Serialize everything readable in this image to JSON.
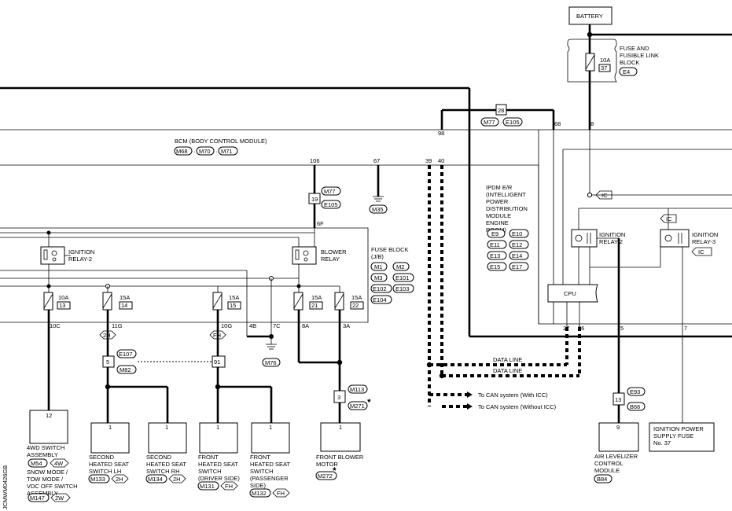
{
  "battery": "BATTERY",
  "fuse_link_block": {
    "title": [
      "FUSE AND",
      "FUSIBLE LINK",
      "BLOCK"
    ],
    "fuse": "10A",
    "num": "37",
    "conn": "E4"
  },
  "bcm": {
    "title": "BCM (BODY CONTROL MODULE)",
    "conns": [
      "M68",
      "M70",
      "M71"
    ],
    "pins": {
      "p98": "98",
      "p106": "106",
      "p67": "67",
      "p39": "39",
      "p40": "40",
      "p68": "68",
      "p8": "8"
    }
  },
  "joint_28": {
    "num": "28",
    "c1": "M77",
    "c2": "E105"
  },
  "joint_19": {
    "num": "19",
    "c1": "M77",
    "c2": "E105",
    "pin": "6F"
  },
  "ground_m35": "M35",
  "ipdm": {
    "title": [
      "IPDM E/R",
      "(INTELLIGENT",
      "POWER",
      "DISTRIBUTION",
      "MODULE",
      "ENGINE",
      "ROOM)"
    ],
    "conns": [
      "E9",
      "E10",
      "E11",
      "E12",
      "E13",
      "E14",
      "E15",
      "E17"
    ],
    "relay2": [
      "IGNITION",
      "RELAY-2"
    ],
    "relay3": [
      "IGNITION",
      "RELAY-3"
    ],
    "ic": "IC",
    "cpu": "CPU",
    "pins": {
      "p27": "27",
      "p26": "26",
      "p5": "5",
      "p7": "7"
    }
  },
  "fuse_block": {
    "title": [
      "FUSE BLOCK",
      "(J/B)"
    ],
    "conns": [
      "M1",
      "M2",
      "M3",
      "E101",
      "E102",
      "E103",
      "E104"
    ],
    "relay_ign2": [
      "IGNITION",
      "RELAY-2"
    ],
    "relay_blower": [
      "BLOWER",
      "RELAY"
    ],
    "fuses": [
      {
        "amp": "10A",
        "num": "13",
        "pin": "10C"
      },
      {
        "amp": "15A",
        "num": "14",
        "pin": "11G"
      },
      {
        "amp": "15A",
        "num": "15",
        "pin": "10G"
      },
      {
        "amp": "15A",
        "num": "21",
        "pin": "8A"
      },
      {
        "amp": "15A",
        "num": "22",
        "pin": "3A"
      }
    ],
    "pin_4b": "4B",
    "pin_7c": "7C"
  },
  "ground_m76": "M76",
  "option_2h": "2H",
  "option_fh": "FH",
  "option_4w": "4W",
  "option_2w": "2W",
  "joint_5": {
    "num": "5",
    "c1": "E107",
    "c2": "M82"
  },
  "joint_91": "91",
  "joint_3": {
    "num": "3",
    "c1": "M113",
    "c2": "M271",
    "star": "★"
  },
  "joint_13": {
    "num": "13",
    "c1": "E93",
    "c2": "B66"
  },
  "data_line": "DATA LINE",
  "can_with_icc": "To CAN system (With ICC)",
  "can_without_icc": "To CAN system (Without ICC)",
  "components": {
    "fourwd": {
      "pin": "12",
      "name": [
        "4WD SWITCH",
        "ASSEMBLY"
      ],
      "conn": "M54",
      "name2": [
        "SNOW MODE /",
        "TOW MODE /",
        "VDC OFF SWITCH",
        "ASSEMBLY"
      ],
      "conn2": "M147"
    },
    "seat_lh": {
      "pin": "1",
      "name": [
        "SECOND",
        "HEATED SEAT",
        "SWITCH LH"
      ],
      "conn": "M133"
    },
    "seat_rh": {
      "pin": "1",
      "name": [
        "SECOND",
        "HEATED SEAT",
        "SWITCH RH"
      ],
      "conn": "M134"
    },
    "front_driver": {
      "pin": "1",
      "name": [
        "FRONT",
        "HEATED SEAT",
        "SWITCH",
        "(DRIVER SIDE)"
      ],
      "conn": "M131"
    },
    "front_pass": {
      "pin": "1",
      "name": [
        "FRONT",
        "HEATED SEAT",
        "SWITCH",
        "(PASSENGER",
        "SIDE)"
      ],
      "conn": "M132"
    },
    "blower_motor": {
      "pin": "1",
      "name": [
        "FRONT BLOWER",
        "MOTOR"
      ],
      "conn": "M272",
      "star": "★"
    },
    "air_lev": {
      "pin": "9",
      "name": [
        "AIR LEVELIZER",
        "CONTROL",
        "MODULE"
      ],
      "conn": "B84"
    },
    "ign_fuse": {
      "name": [
        "IGNITION POWER",
        "SUPPLY FUSE",
        "No. 37"
      ]
    }
  },
  "side_code": "JCMWM0426GB"
}
